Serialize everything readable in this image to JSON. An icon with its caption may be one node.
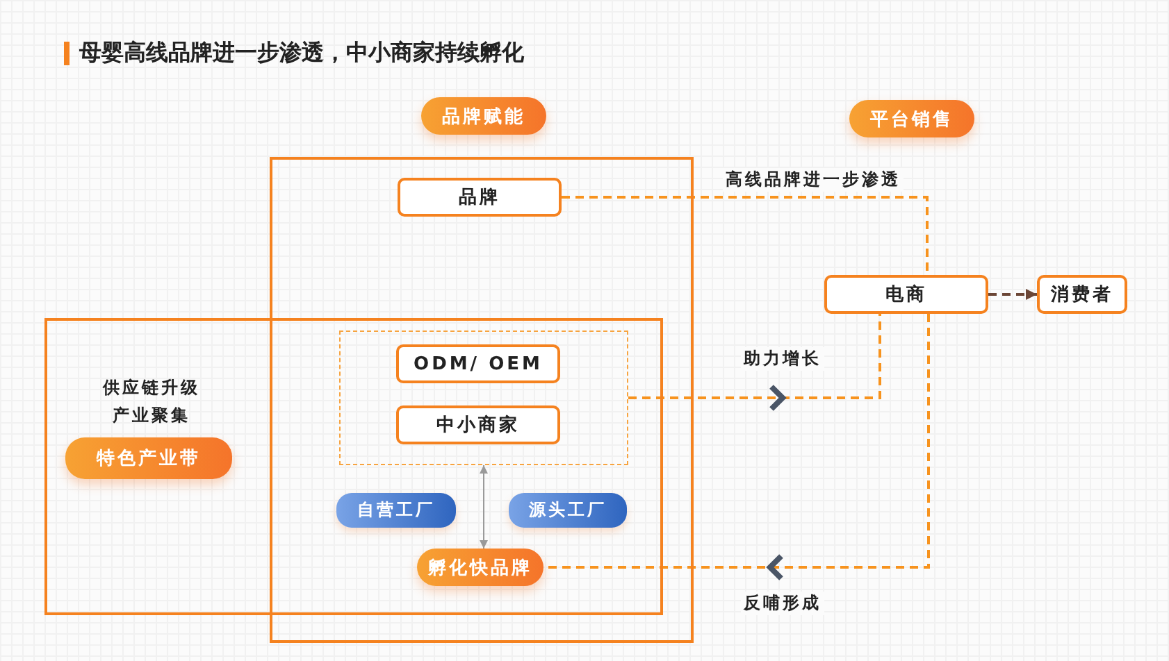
{
  "diagram": {
    "title": "母婴高线品牌进一步渗透，中小商家持续孵化",
    "nodes": [
      {
        "text": [
          "品牌赋能"
        ]
      },
      {
        "text": [
          "平台销售"
        ]
      },
      {
        "text": [],
        "shape": "box"
      },
      {
        "text": [
          "供应链升级产业聚集"
        ]
      },
      {
        "text": [
          "品牌"
        ],
        "in": 2
      },
      {
        "text": [],
        "shape": "box"
      },
      {
        "text": [
          "ODM/ OEM"
        ],
        "in": 5
      },
      {
        "text": [
          "中小商家"
        ],
        "in": 5
      },
      {
        "text": [
          "特色产业带"
        ],
        "in": 3
      },
      {
        "text": [
          "自营工厂"
        ]
      },
      {
        "text": [
          "源头工厂"
        ]
      },
      {
        "text": [
          "孵化快品牌"
        ]
      },
      {
        "text": [
          "电商"
        ]
      },
      {
        "text": [
          "消费者"
        ]
      }
    ],
    "edges": [
      {
        "from": 4,
        "to": 12,
        "arrow": "none",
        "label": "高线品牌进一步渗透",
        "style": "dashed"
      },
      {
        "from": 5,
        "to": 12,
        "arrow": "to",
        "label": "助力增长",
        "style": "dashed"
      },
      {
        "from": 12,
        "to": 11,
        "arrow": "to",
        "label": "反哺形成",
        "style": "dashed"
      },
      {
        "from": 12,
        "to": 13,
        "arrow": "to",
        "style": "dashed",
        "color": "#6b4636"
      },
      {
        "from": 5,
        "to": 11,
        "arrow": "both",
        "color": "#9a9a9a"
      }
    ]
  }
}
